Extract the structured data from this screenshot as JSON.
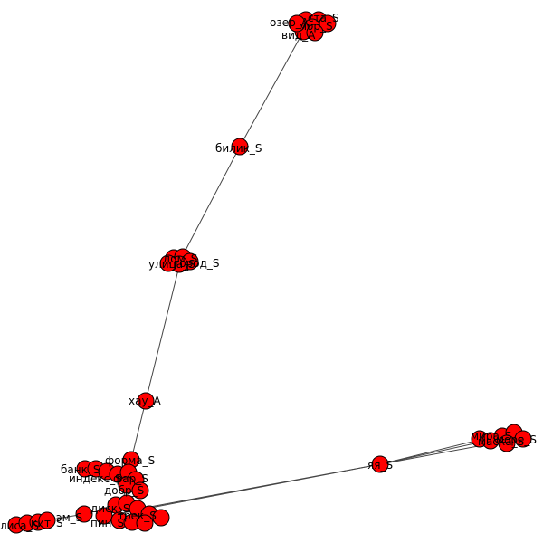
{
  "colors": {
    "node": "#ff0000",
    "edge": "#444444",
    "background": "#ffffff"
  },
  "nodes": {
    "top_a": "вид_A",
    "top_b": "озер_A",
    "top_c": "мор_S",
    "top_d": "ста_S",
    "bilik": "билик_S",
    "mid_a": "улица_S",
    "mid_b": "дом_S",
    "mid_c": "город_S",
    "khau": "хау_A",
    "lo_forma": "форма_S",
    "lo_bank": "банк_S",
    "lo_index": "индекс_S",
    "lo_dobr": "добр_S",
    "lo_far": "фар_S",
    "ya": "яя_S",
    "right_a": "мира_S",
    "right_b": "маска_S",
    "right_c": "море_S",
    "bot_a": "эм_S",
    "bot_b": "диск_S",
    "bot_c": "трек_S",
    "bot_d": "пин_S",
    "left_a": "лиса_S",
    "left_b": "кит_S"
  }
}
